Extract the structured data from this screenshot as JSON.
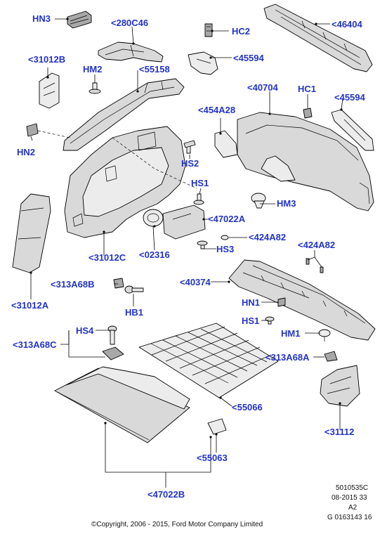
{
  "labels": {
    "hn3": "HN3",
    "c280c46": "<280C46",
    "hc2": "HC2",
    "c46404": "<46404",
    "c45594a": "<45594",
    "c31012b": "<31012B",
    "hm2": "HM2",
    "c55158": "<55158",
    "c40704": "<40704",
    "hc1": "HC1",
    "c45594b": "<45594",
    "c454a28": "<454A28",
    "hn2": "HN2",
    "hs2": "HS2",
    "hs1a": "HS1",
    "hm3": "HM3",
    "c47022a": "<47022A",
    "c424a82a": "<424A82",
    "hs3": "HS3",
    "c31012c": "<31012C",
    "c02316": "<02316",
    "c424a82b": "<424A82",
    "c313a68b": "<313A68B",
    "c40374": "<40374",
    "hb1": "HB1",
    "hn1": "HN1",
    "c31012a": "<31012A",
    "hs1b": "HS1",
    "hs4": "HS4",
    "hm1": "HM1",
    "c313a68c": "<313A68C",
    "c313a68a": "<313A68A",
    "c55066": "<55066",
    "c31112": "<31112",
    "c55063": "<55063",
    "c47022b": "<47022B"
  },
  "footer": {
    "code1": "5010535C",
    "code2": "08-2015 33",
    "code3": "A2",
    "code4": "G 0163143 16",
    "copyright": "©Copyright, 2006 - 2015, Ford Motor Company Limited"
  }
}
